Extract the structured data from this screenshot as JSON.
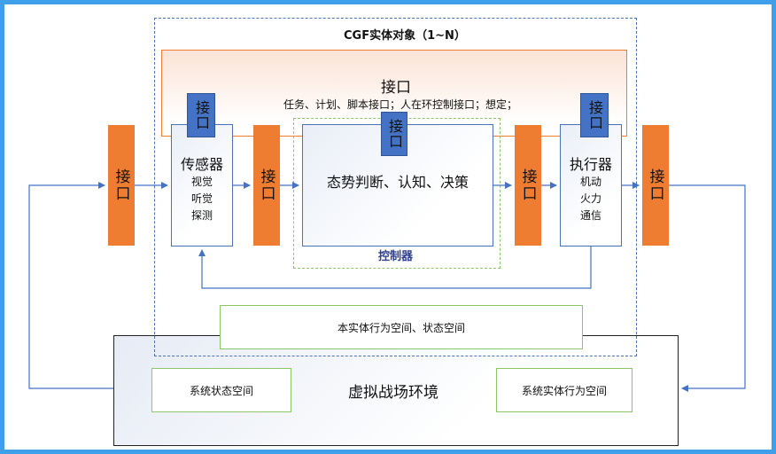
{
  "cgf": {
    "title": "CGF实体对象（1~N）"
  },
  "interface_band": {
    "title": "接口",
    "subtitle": "任务、计划、脚本接口；人在环控制接口；想定；"
  },
  "interface_label": "接口",
  "sensor": {
    "title": "传感器",
    "items": [
      "视觉",
      "听觉",
      "探测"
    ]
  },
  "decision": {
    "title": "态势判断、认知、决策"
  },
  "controller": {
    "label": "控制器"
  },
  "actuator": {
    "title": "执行器",
    "items": [
      "机动",
      "火力",
      "通信"
    ]
  },
  "entity_space": {
    "label": "本实体行为空间、状态空间"
  },
  "environment": {
    "title": "虚拟战场环境"
  },
  "system_state": {
    "label": "系统状态空间"
  },
  "system_behavior": {
    "label": "系统实体行为空间"
  },
  "colors": {
    "frame": "#3f9fe8",
    "interface_orange": "#ef7d31",
    "interface_blue": "#4472c4",
    "controller_border": "#8cc66a",
    "arrow": "#4472c4"
  }
}
